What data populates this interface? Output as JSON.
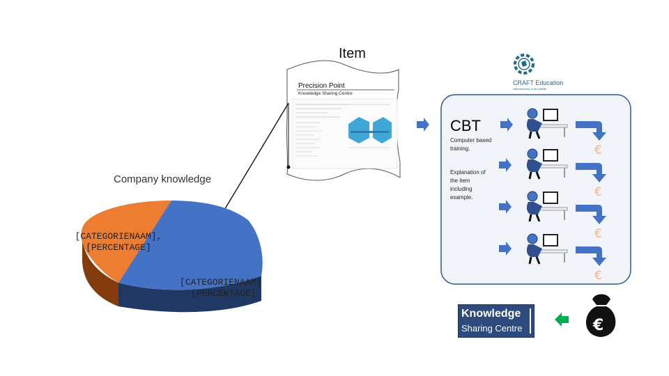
{
  "item": {
    "title": "Item",
    "document": {
      "title": "Precision Point",
      "subtitle": "Knowledge Sharing Centre"
    }
  },
  "company": {
    "label": "Company knowledge",
    "slices": [
      {
        "category": "[CATEGORIENAAM],",
        "value": "[PERCENTAGE]",
        "color": "#ed7d31",
        "fraction": 0.38
      },
      {
        "category": "[CATEGORIENAAM],",
        "value": "[PERCENTAGE]",
        "color": "#4472c4",
        "fraction": 0.62
      }
    ]
  },
  "cbt": {
    "title": "CBT",
    "description": "Computer based training.",
    "explanation": "Explanation of the item including example."
  },
  "craft_logo": {
    "name": "CRAFT Education",
    "tagline": "vakmanschap in de praktijk"
  },
  "ksc_logo": {
    "line1": "Knowledge",
    "line2": "Sharing Centre"
  },
  "icons": {
    "arrow": "arrow-right-icon",
    "person": "computer-user-icon",
    "euro": "euro-icon",
    "money_bag": "money-bag-icon"
  },
  "colors": {
    "arrow_blue": "#4472c4",
    "arrow_green": "#00b050",
    "euro_orange": "#f4b183",
    "panel_border": "#2f5597",
    "panel_fill": "#f1f5fa"
  }
}
